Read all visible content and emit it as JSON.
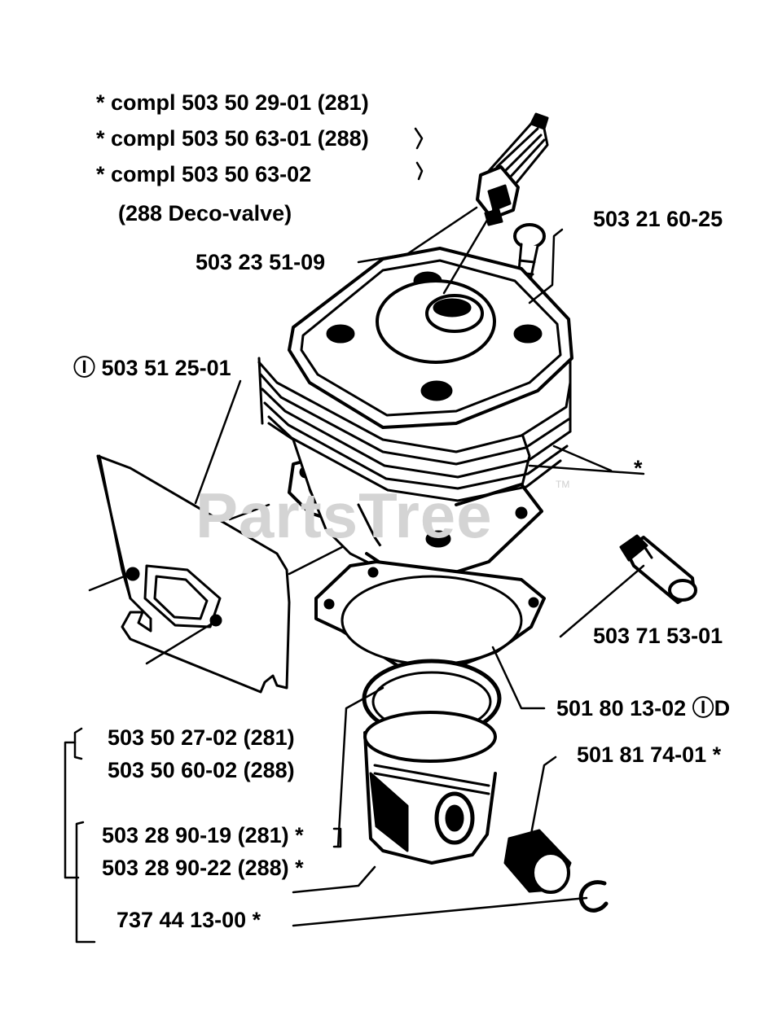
{
  "watermark": {
    "text": "PartsTree",
    "trademark": "TM"
  },
  "labels": {
    "cylinder_281": "*  compl 503 50 29-01 (281)",
    "cylinder_288": "*  compl 503 50 63-01 (288)",
    "cylinder_288_deco": "*  compl 503 50 63-02",
    "cylinder_288_deco_note": "(288 Deco-valve)",
    "spark_plug": "503 23 51-09",
    "screw": "503 21 60-25",
    "heat_shield": "Ⓘ 503 51 25-01",
    "cylinder_ref": "*",
    "decompression_valve": "503 71 53-01",
    "cylinder_gasket": "501 80 13-02 ⒾD",
    "needle_bearing": "501 81 74-01  *",
    "piston_281": "503 50 27-02 (281)",
    "piston_288": "503 50 60-02 (288)",
    "ring_281": "503 28 90-19 (281)  *",
    "ring_288": "503 28 90-22 (288)  *",
    "circlip": "737 44 13-00  *"
  }
}
